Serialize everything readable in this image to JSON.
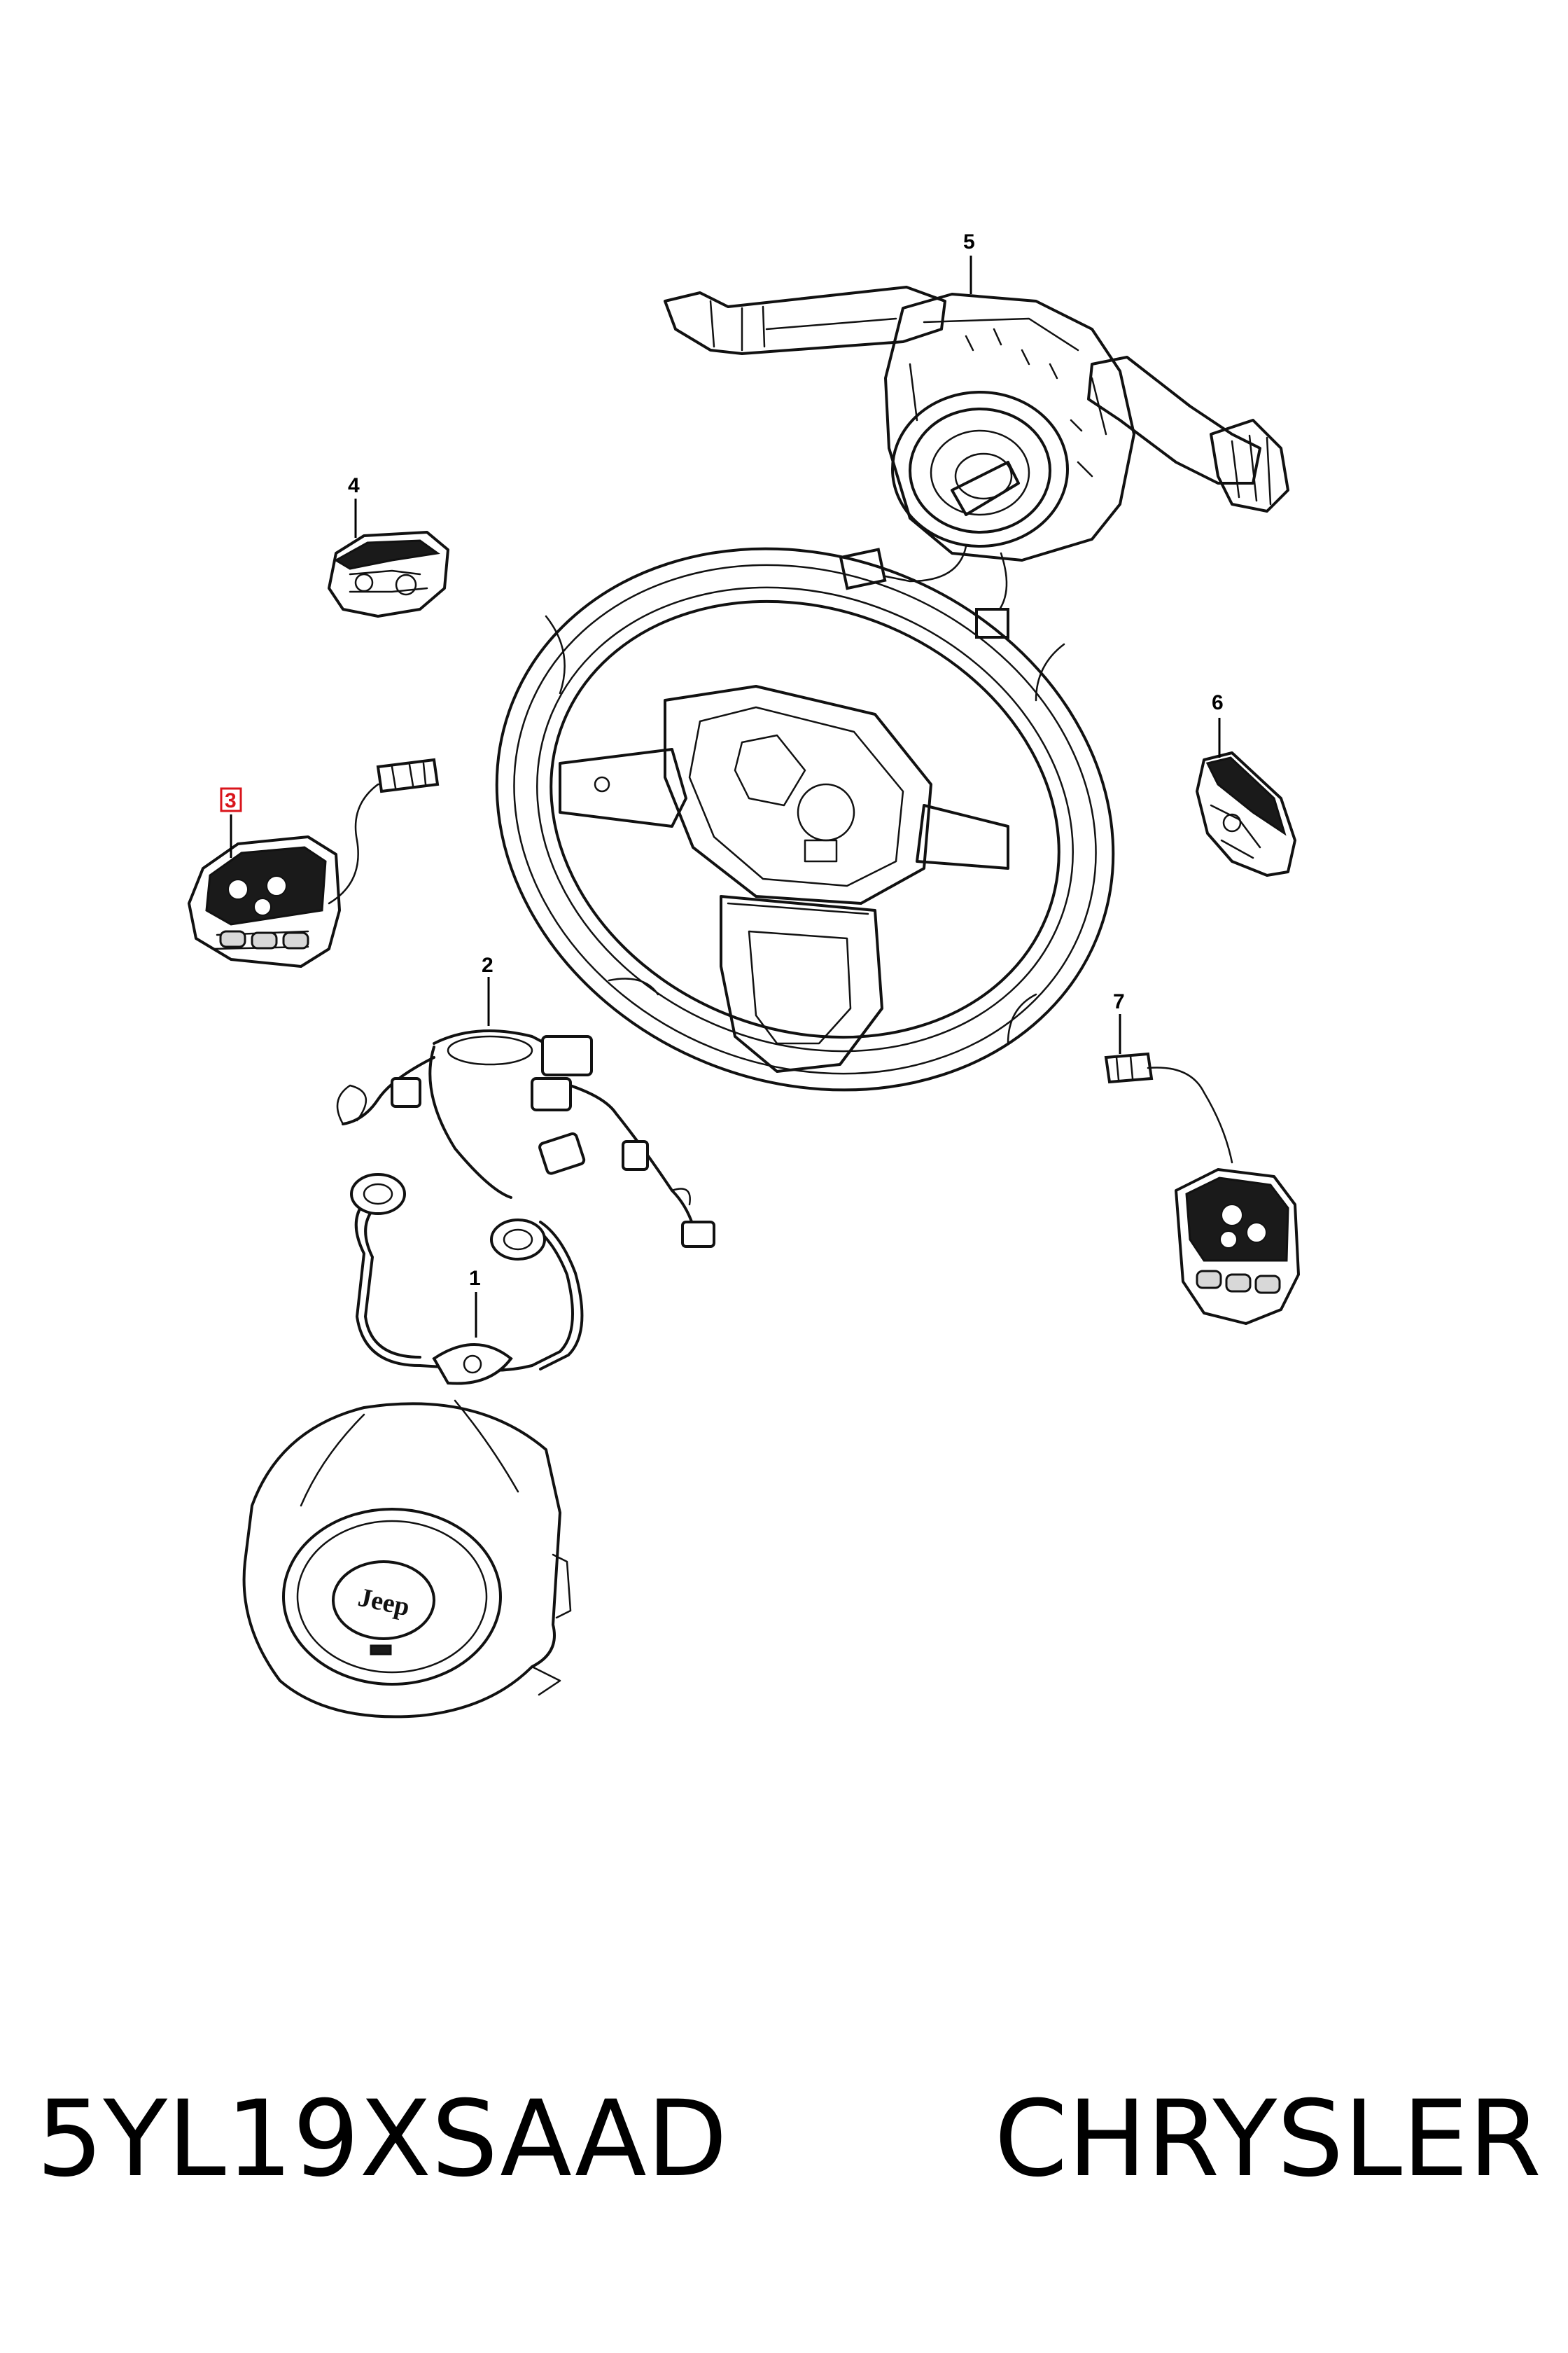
{
  "callouts": [
    {
      "id": "1",
      "label": "1"
    },
    {
      "id": "2",
      "label": "2"
    },
    {
      "id": "3",
      "label": "3",
      "highlighted": true,
      "highlight_color": "#d9141b"
    },
    {
      "id": "4",
      "label": "4"
    },
    {
      "id": "5",
      "label": "5"
    },
    {
      "id": "6",
      "label": "6"
    },
    {
      "id": "7",
      "label": "7"
    }
  ],
  "logo": {
    "text": "Jeep"
  },
  "footer": {
    "part_number": "5YL19XSAAD",
    "brand": "CHRYSLER"
  }
}
